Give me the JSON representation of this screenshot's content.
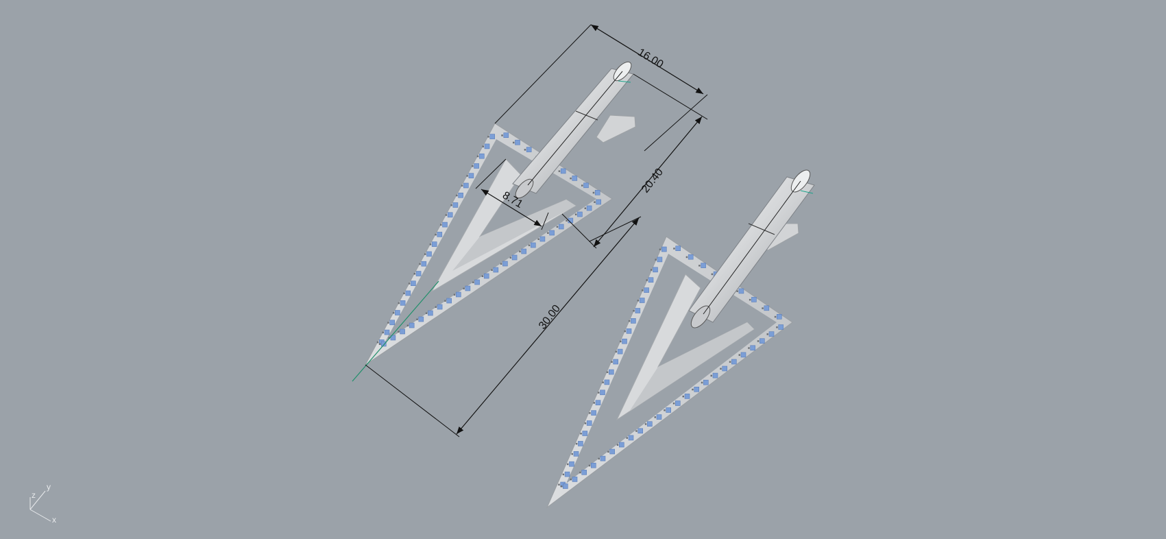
{
  "viewport": {
    "background": "#9ba2a9"
  },
  "dimensions": {
    "width_top": "16.00",
    "height_right": "20.40",
    "inner_width": "8.71",
    "length": "30.00"
  },
  "axis_gizmo": {
    "z": "z",
    "y": "y",
    "x": "x"
  },
  "colors": {
    "metal_light": "#e6e7e8",
    "metal_mid": "#c9cbcd",
    "metal_dark": "#8e9296",
    "gem_blue": "#7b9ed6",
    "dimension_line": "#111111",
    "edge_green": "#1f8f6a"
  }
}
